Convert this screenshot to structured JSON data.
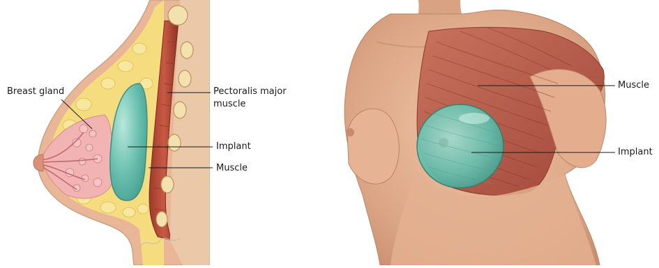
{
  "left_panel": {
    "labels": {
      "breast_gland": "Breast gland",
      "pectoralis_line1": "Pectoralis major",
      "pectoralis_line2": "muscle",
      "implant": "Implant",
      "muscle": "Muscle"
    }
  },
  "right_panel": {
    "labels": {
      "muscle": "Muscle",
      "implant": "Implant"
    }
  },
  "colors": {
    "skin": "#e6b596",
    "fat": "#f5dd7f",
    "muscle": "#c0503c",
    "implant": "#6fc3b3",
    "gland": "#f0a8a8",
    "leader_line": "#1a1a1a"
  }
}
